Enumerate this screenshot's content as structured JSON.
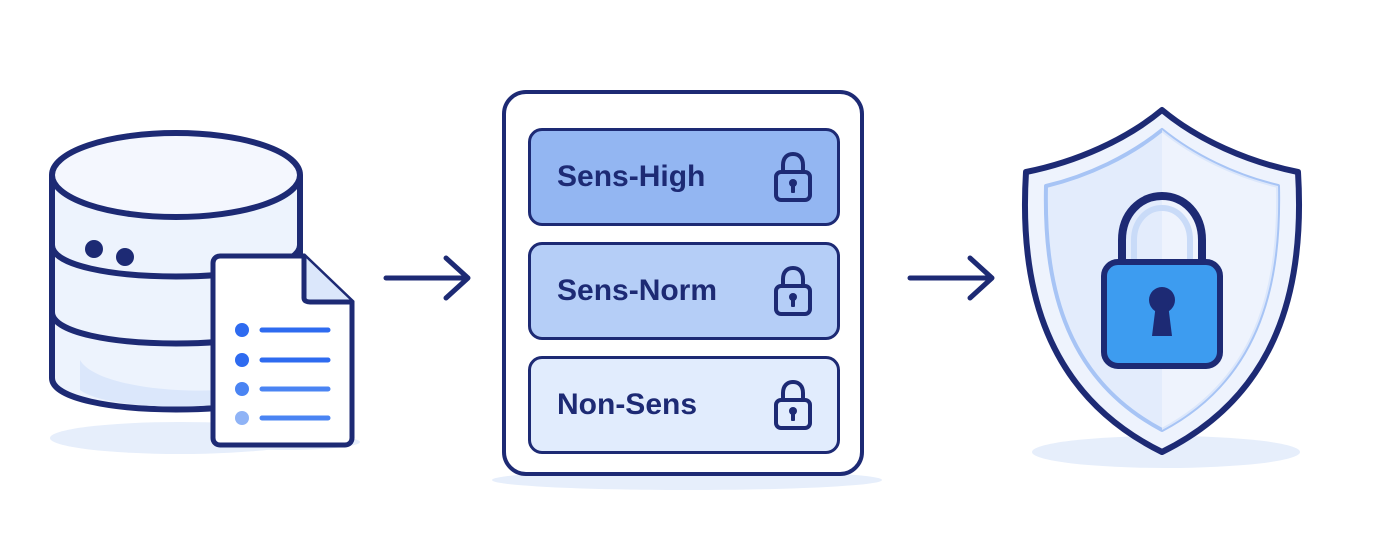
{
  "diagram": {
    "tiers": [
      {
        "label": "Sens-High",
        "fill": "#93b6f2"
      },
      {
        "label": "Sens-Norm",
        "fill": "#b5cef7"
      },
      {
        "label": "Non-Sens",
        "fill": "#e1ecfd"
      }
    ],
    "colors": {
      "outline": "#1d2a74",
      "accent": "#2e6bf0",
      "lock_body": "#3d9cf0",
      "shield_fill": "#e8f0fd"
    },
    "icons": {
      "source": "database-icon",
      "document": "document-icon",
      "arrow": "arrow-right-icon",
      "tier_lock": "lock-icon",
      "target": "shield-lock-icon"
    }
  }
}
